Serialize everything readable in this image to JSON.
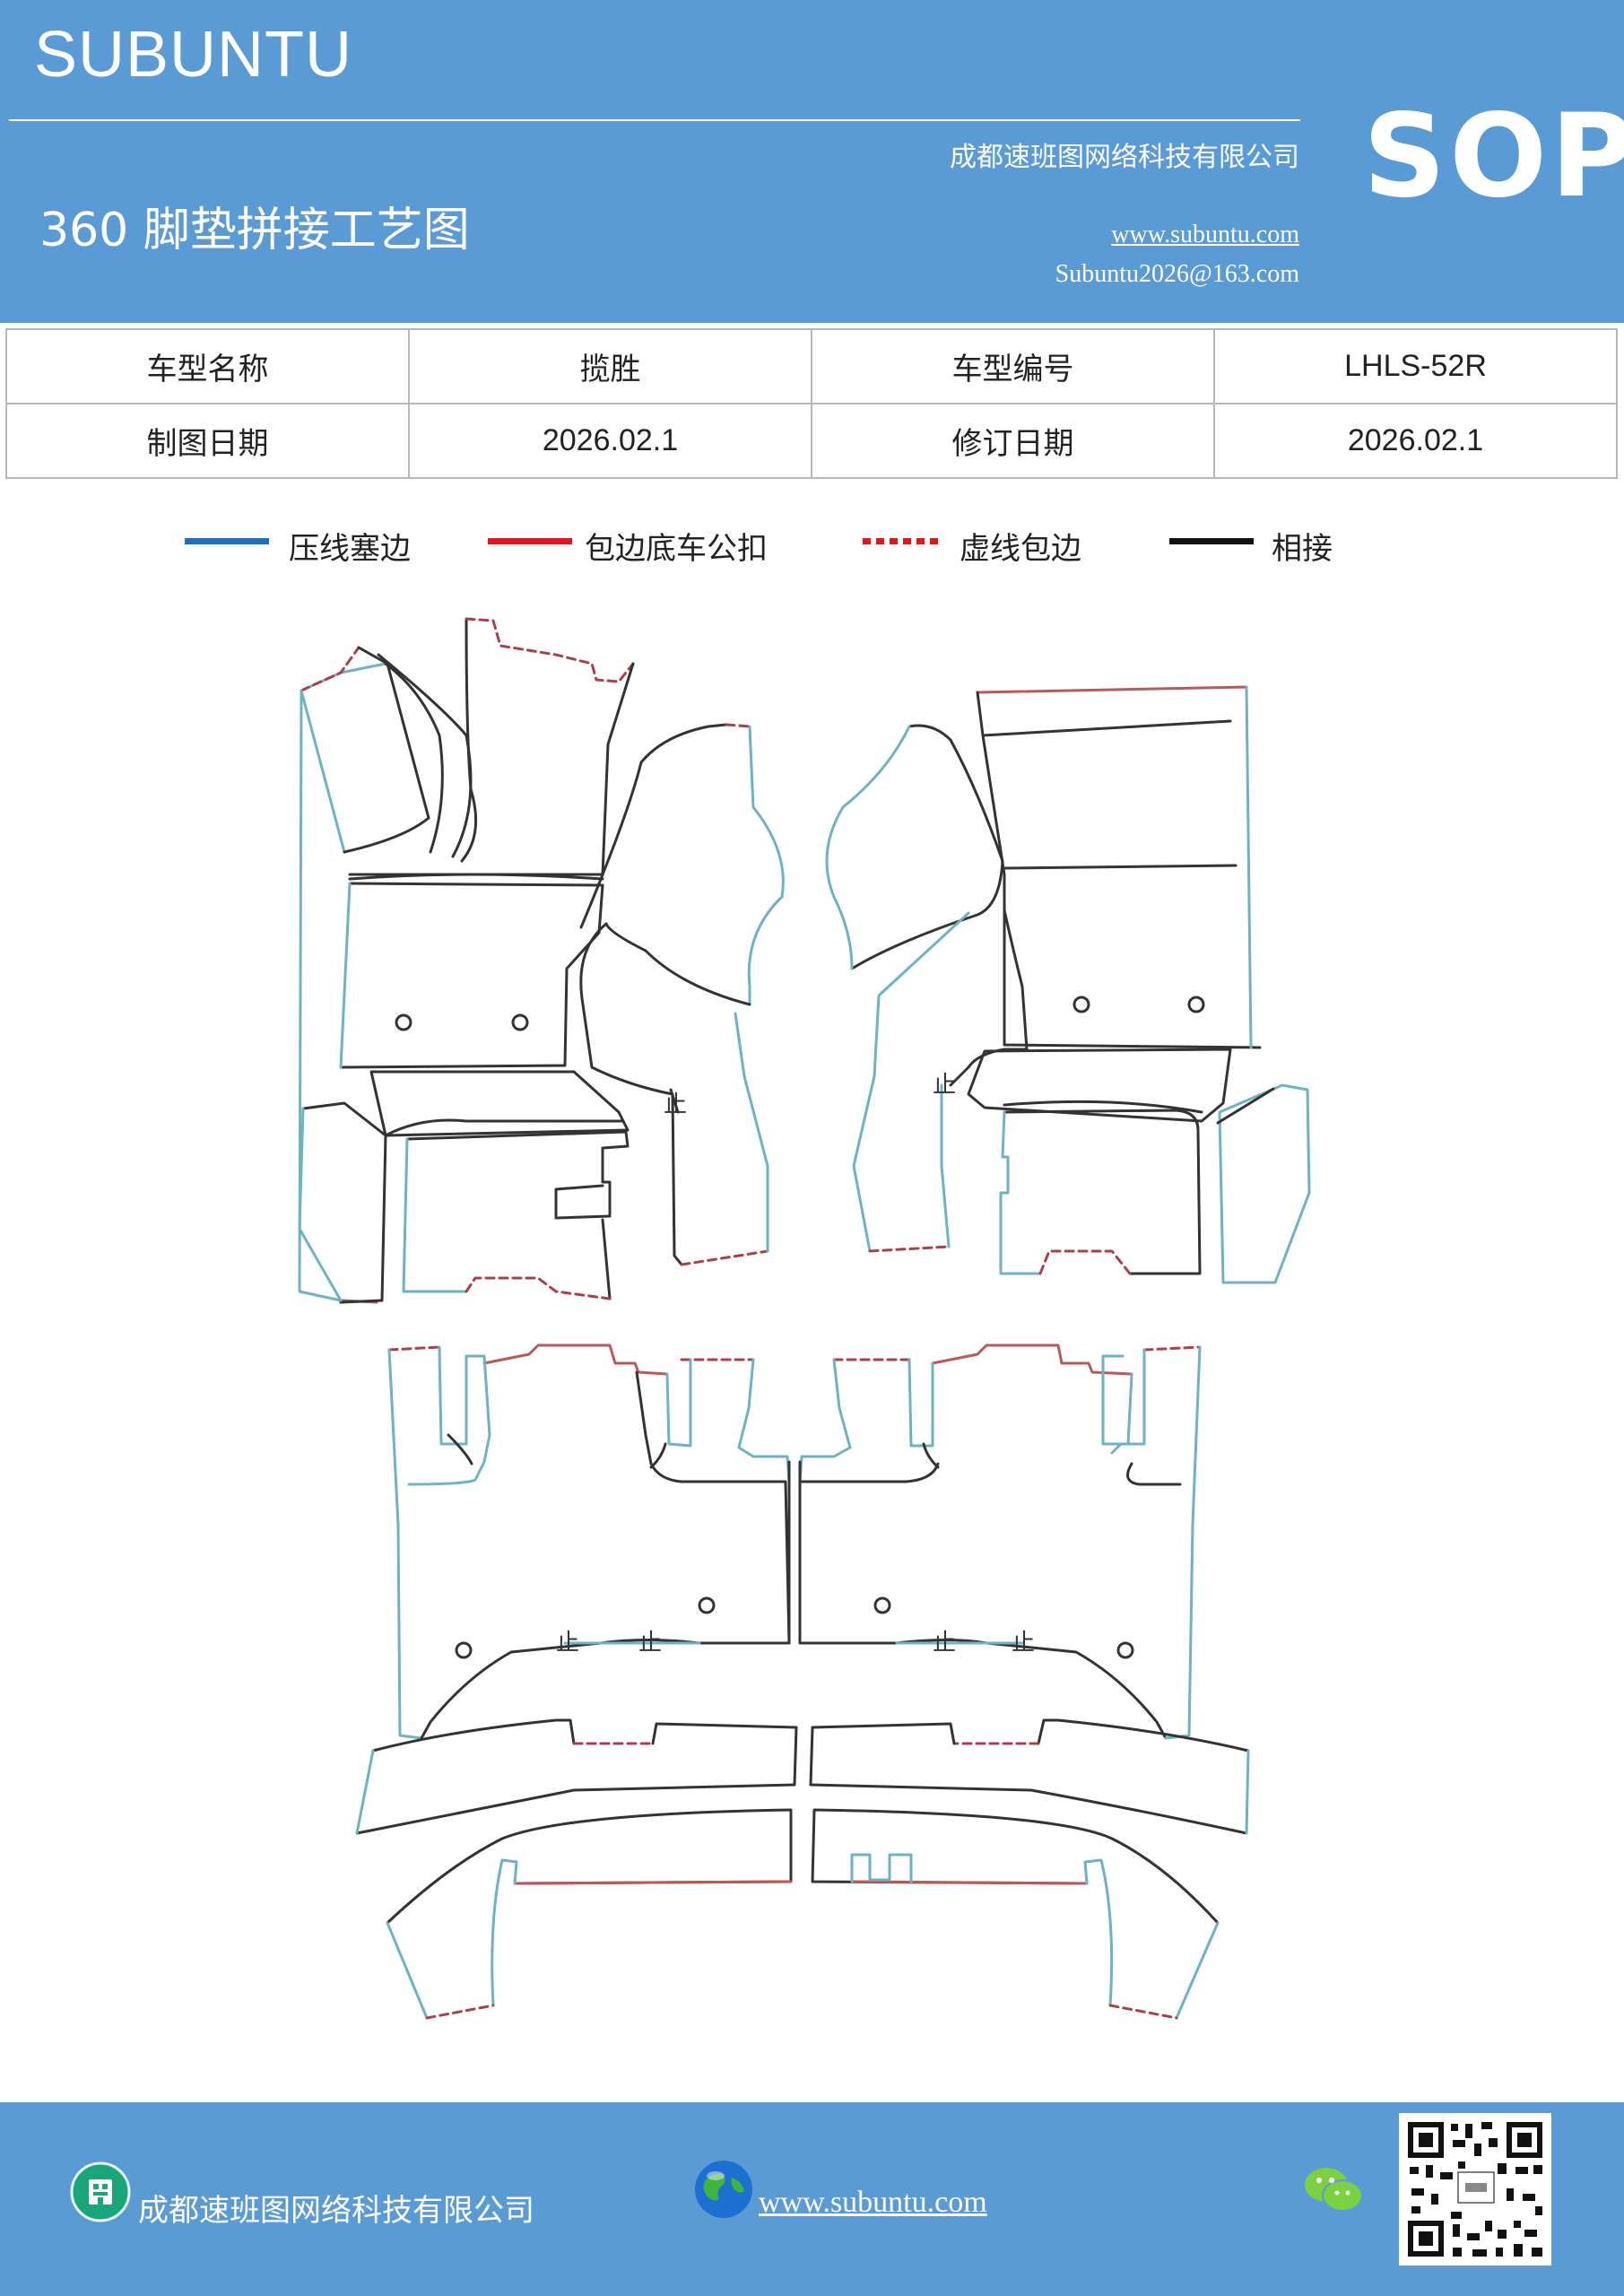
{
  "header": {
    "brand": "SUBUNTU",
    "company": "成都速班图网络科技有限公司",
    "title": "360 脚垫拼接工艺图",
    "website": "www.subuntu.com",
    "email": "Subuntu2026@163.com",
    "badge": "SOP"
  },
  "info_table": {
    "rows": [
      {
        "label1": "车型名称",
        "value1": "揽胜",
        "label2": "车型编号",
        "value2": "LHLS-52R"
      },
      {
        "label1": "制图日期",
        "value1": "2026.02.1",
        "label2": "修订日期",
        "value2": "2026.02.1"
      }
    ]
  },
  "legend": {
    "items": [
      {
        "label": "压线塞边",
        "color": "#1f6fc1",
        "style": "solid"
      },
      {
        "label": "包边底车公扣",
        "color": "#e8141b",
        "style": "solid"
      },
      {
        "label": "虚线包边",
        "color": "#e8141b",
        "style": "dotted"
      },
      {
        "label": "相接",
        "color": "#111111",
        "style": "solid"
      }
    ]
  },
  "diagram": {
    "stitch_mark": "止"
  },
  "footer": {
    "company": "成都速班图网络科技有限公司",
    "website": "www.subuntu.com",
    "icons": [
      "building-icon",
      "globe-icon",
      "wechat-icon",
      "qr-code"
    ]
  },
  "colors": {
    "brand_blue": "#5b9bd5",
    "press_line": "#6fb2c0",
    "binding_red": "#b85a5a",
    "dotted_red": "#a8414a",
    "joint_black": "#333333"
  }
}
